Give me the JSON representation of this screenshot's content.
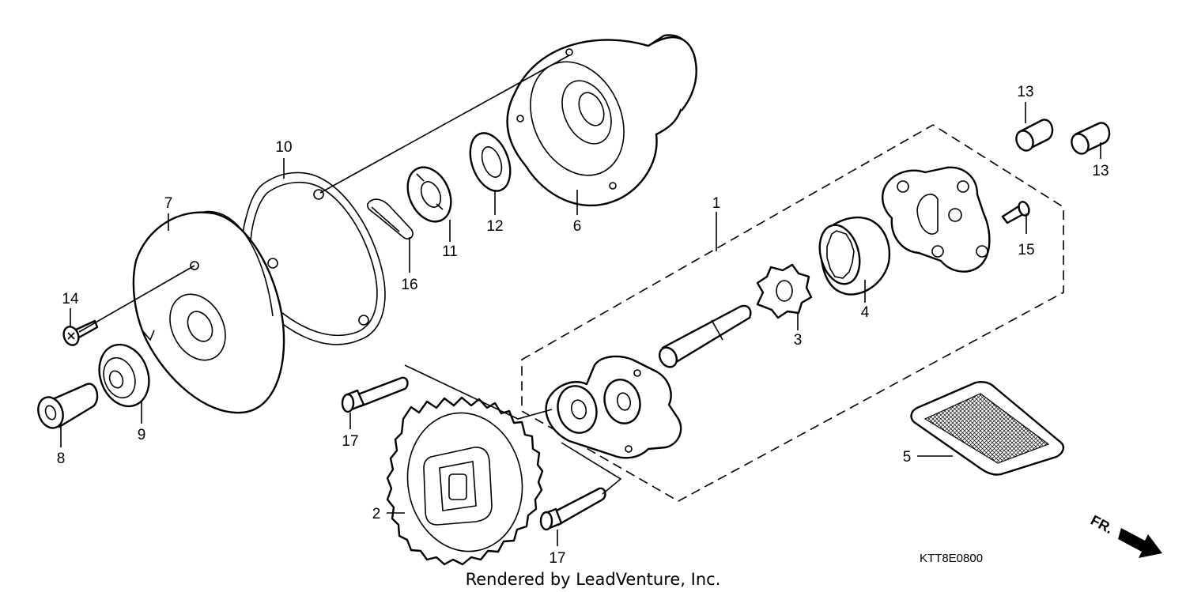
{
  "diagram": {
    "callouts": [
      {
        "id": "1",
        "label": "1"
      },
      {
        "id": "2",
        "label": "2"
      },
      {
        "id": "3",
        "label": "3"
      },
      {
        "id": "4",
        "label": "4"
      },
      {
        "id": "5",
        "label": "5"
      },
      {
        "id": "6",
        "label": "6"
      },
      {
        "id": "7",
        "label": "7"
      },
      {
        "id": "8",
        "label": "8"
      },
      {
        "id": "9",
        "label": "9"
      },
      {
        "id": "10",
        "label": "10"
      },
      {
        "id": "11",
        "label": "11"
      },
      {
        "id": "12",
        "label": "12"
      },
      {
        "id": "13a",
        "label": "13"
      },
      {
        "id": "13b",
        "label": "13"
      },
      {
        "id": "14",
        "label": "14"
      },
      {
        "id": "15",
        "label": "15"
      },
      {
        "id": "16",
        "label": "16"
      },
      {
        "id": "17a",
        "label": "17"
      },
      {
        "id": "17b",
        "label": "17"
      }
    ],
    "diagram_code": "KTT8E0800",
    "credit": "Rendered by LeadVenture, Inc.",
    "direction_label": "FR."
  }
}
